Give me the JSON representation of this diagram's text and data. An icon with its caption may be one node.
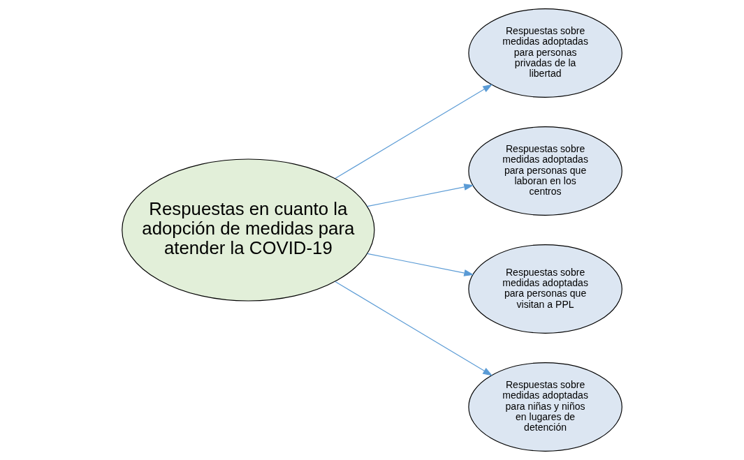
{
  "diagram": {
    "nodes": [
      {
        "text": [
          "Respuestas en cuanto la adopción de medidas para atender la COVID-19"
        ]
      },
      {
        "text": [
          "Respuestas sobre medidas adoptadas para personas privadas de la libertad"
        ]
      },
      {
        "text": [
          "Respuestas sobre medidas adoptadas para personas que laboran en los centros"
        ]
      },
      {
        "text": [
          "Respuestas sobre medidas adoptadas para personas que visitan a PPL"
        ]
      },
      {
        "text": [
          "Respuestas sobre medidas adoptadas para niñas y niños en lugares de detención"
        ]
      }
    ],
    "edges": [
      {
        "from": 0,
        "to": 1,
        "arrow": "to"
      },
      {
        "from": 0,
        "to": 2,
        "arrow": "to"
      },
      {
        "from": 0,
        "to": 3,
        "arrow": "to"
      },
      {
        "from": 0,
        "to": 4,
        "arrow": "to"
      }
    ]
  }
}
